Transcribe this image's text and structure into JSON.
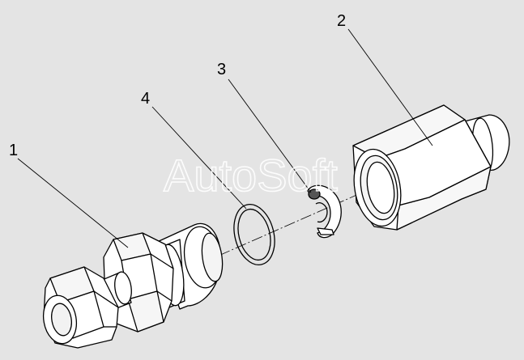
{
  "callouts": [
    {
      "id": "1",
      "label": "1"
    },
    {
      "id": "2",
      "label": "2"
    },
    {
      "id": "3",
      "label": "3"
    },
    {
      "id": "4",
      "label": "4"
    }
  ],
  "watermark": "AutoSoft",
  "colors": {
    "background": "#e4e4e4",
    "part_fill": "#ffffff",
    "outline": "#000000"
  }
}
